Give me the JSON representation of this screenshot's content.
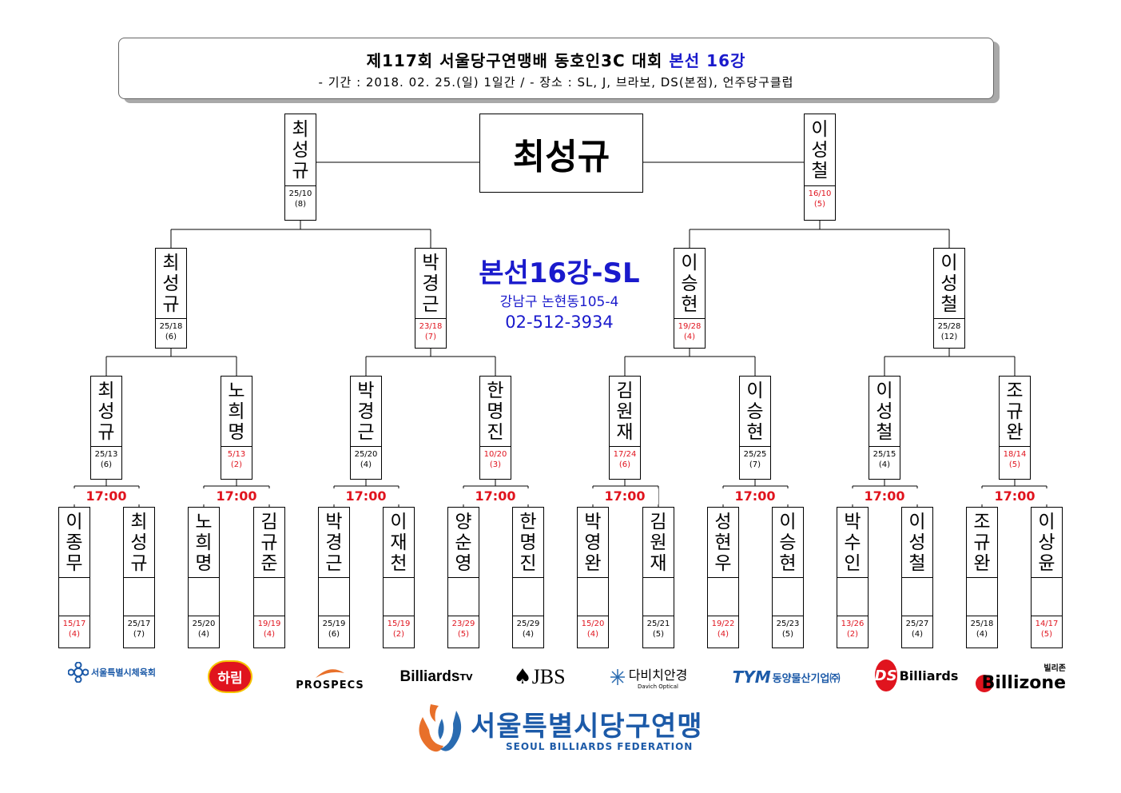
{
  "header": {
    "title_main": "제117회 서울당구연맹배 동호인3C 대회",
    "title_highlight": "본선 16강",
    "subtitle": "- 기간 : 2018. 02. 25.(일) 1일간 / - 장소 : SL, J, 브라보, DS(본점), 언주당구클럽"
  },
  "champion": "최성규",
  "venue": {
    "title": "본선16강-SL",
    "address": "강남구 논현동105-4",
    "phone": "02-512-3934"
  },
  "round16": [
    {
      "name": "이종무",
      "score": "15/17",
      "innings": "(4)",
      "score_color": "red"
    },
    {
      "name": "최성규",
      "score": "25/17",
      "innings": "(7)",
      "score_color": "black"
    },
    {
      "name": "노희명",
      "score": "25/20",
      "innings": "(4)",
      "score_color": "black"
    },
    {
      "name": "김규준",
      "score": "19/19",
      "innings": "(4)",
      "score_color": "red"
    },
    {
      "name": "박경근",
      "score": "25/19",
      "innings": "(6)",
      "score_color": "black"
    },
    {
      "name": "이재천",
      "score": "15/19",
      "innings": "(2)",
      "score_color": "red"
    },
    {
      "name": "양순영",
      "score": "23/29",
      "innings": "(5)",
      "score_color": "red"
    },
    {
      "name": "한명진",
      "score": "25/29",
      "innings": "(4)",
      "score_color": "black"
    },
    {
      "name": "박영완",
      "score": "15/20",
      "innings": "(4)",
      "score_color": "red"
    },
    {
      "name": "김원재",
      "score": "25/21",
      "innings": "(5)",
      "score_color": "black"
    },
    {
      "name": "성현우",
      "score": "19/22",
      "innings": "(4)",
      "score_color": "red"
    },
    {
      "name": "이승현",
      "score": "25/23",
      "innings": "(5)",
      "score_color": "black"
    },
    {
      "name": "박수인",
      "score": "13/26",
      "innings": "(2)",
      "score_color": "red"
    },
    {
      "name": "이성철",
      "score": "25/27",
      "innings": "(4)",
      "score_color": "black"
    },
    {
      "name": "조규완",
      "score": "25/18",
      "innings": "(4)",
      "score_color": "black"
    },
    {
      "name": "이상윤",
      "score": "14/17",
      "innings": "(5)",
      "score_color": "red"
    }
  ],
  "match_times": [
    "17:00",
    "17:00",
    "17:00",
    "17:00",
    "17:00",
    "17:00",
    "17:00",
    "17:00"
  ],
  "quarterfinal": [
    {
      "name": "최성규",
      "score": "25/13",
      "innings": "(6)",
      "score_color": "black"
    },
    {
      "name": "노희명",
      "score": "5/13",
      "innings": "(2)",
      "score_color": "red"
    },
    {
      "name": "박경근",
      "score": "25/20",
      "innings": "(4)",
      "score_color": "black"
    },
    {
      "name": "한명진",
      "score": "10/20",
      "innings": "(3)",
      "score_color": "red"
    },
    {
      "name": "김원재",
      "score": "17/24",
      "innings": "(6)",
      "score_color": "red"
    },
    {
      "name": "이승현",
      "score": "25/25",
      "innings": "(7)",
      "score_color": "black"
    },
    {
      "name": "이성철",
      "score": "25/15",
      "innings": "(4)",
      "score_color": "black"
    },
    {
      "name": "조규완",
      "score": "18/14",
      "innings": "(5)",
      "score_color": "red"
    }
  ],
  "semifinal": [
    {
      "name": "최성규",
      "score": "25/18",
      "innings": "(6)",
      "score_color": "black"
    },
    {
      "name": "박경근",
      "score": "23/18",
      "innings": "(7)",
      "score_color": "red"
    },
    {
      "name": "이승현",
      "score": "19/28",
      "innings": "(4)",
      "score_color": "red"
    },
    {
      "name": "이성철",
      "score": "25/28",
      "innings": "(12)",
      "score_color": "black"
    }
  ],
  "final": [
    {
      "name": "최성규",
      "score": "25/10",
      "innings": "(8)",
      "score_color": "black"
    },
    {
      "name": "이성철",
      "score": "16/10",
      "innings": "(5)",
      "score_color": "red"
    }
  ],
  "colors": {
    "red": "#e0141e",
    "blue": "#1a1acc",
    "federation": "#1c5aa8"
  },
  "sponsors": [
    {
      "text": "서울특별시체육회",
      "icon": "seoul-sports-council-logo"
    },
    {
      "text": "하림",
      "icon": "harim-logo"
    },
    {
      "text": "PROSPECS",
      "icon": "prospecs-logo"
    },
    {
      "text": "Billiards",
      "sup": "TV",
      "icon": "billiards-tv-logo"
    },
    {
      "text": "JBS",
      "icon": "spade-icon"
    },
    {
      "text": "다비치안경",
      "sub": "Davich Optical",
      "icon": "davich-logo"
    },
    {
      "text": "동양물산기업㈜",
      "prefix": "TYM",
      "icon": "tym-logo"
    },
    {
      "text": "Billiards",
      "prefix": "DS",
      "icon": "ds-billiards-logo"
    },
    {
      "text": "Billizone",
      "sup": "빌리존",
      "icon": "billizone-logo"
    }
  ],
  "federation": {
    "name": "서울특별시당구연맹",
    "subtitle": "SEOUL BILLIARDS FEDERATION"
  }
}
